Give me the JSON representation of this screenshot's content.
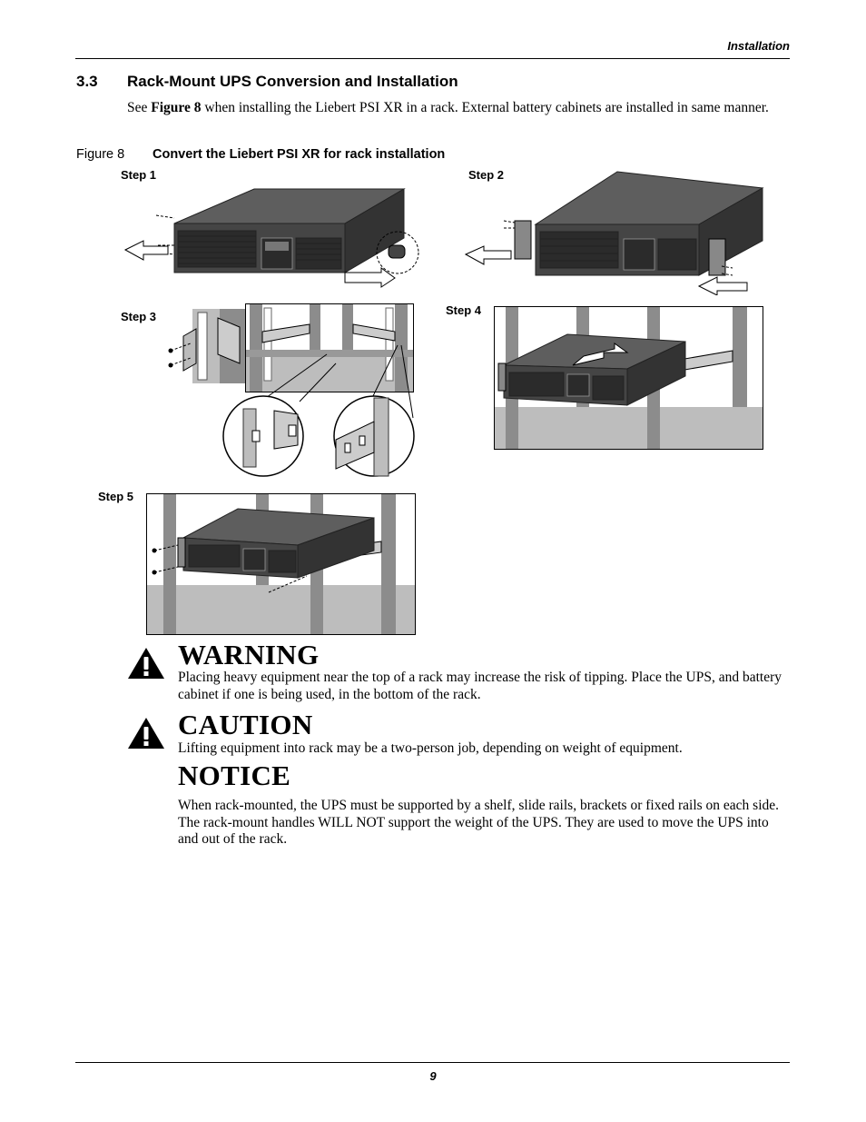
{
  "header": {
    "section_name": "Installation"
  },
  "section": {
    "number": "3.3",
    "title": "Rack-Mount UPS Conversion and Installation",
    "intro_pre": "See ",
    "intro_ref": "Figure 8",
    "intro_post": " when installing the Liebert PSI XR in a rack. External battery cabinets are installed in same manner."
  },
  "figure": {
    "number": "Figure 8",
    "caption": "Convert the Liebert PSI XR for rack installation",
    "steps": [
      "Step 1",
      "Step 2",
      "Step 3",
      "Step 4",
      "Step 5"
    ]
  },
  "warning": {
    "title": "WARNING",
    "text": "Placing heavy equipment near the top of a rack may increase the risk of tipping. Place the UPS, and battery cabinet if one is being used, in the bottom of the rack."
  },
  "caution": {
    "title": "CAUTION",
    "text": "Lifting equipment into rack may be a two-person job, depending on weight of equipment."
  },
  "notice": {
    "title": "NOTICE",
    "text": "When rack-mounted, the UPS must be supported by a shelf, slide rails, brackets or fixed rails on each side. The rack-mount handles WILL NOT support the weight of the UPS. They are used to move the UPS into and out of the rack."
  },
  "footer": {
    "page_number": "9"
  },
  "colors": {
    "ups_body": "#4a4a4a",
    "ups_top": "#5e5e5e",
    "rack_post": "#8c8c8c",
    "rack_floor": "#bdbdbd"
  }
}
